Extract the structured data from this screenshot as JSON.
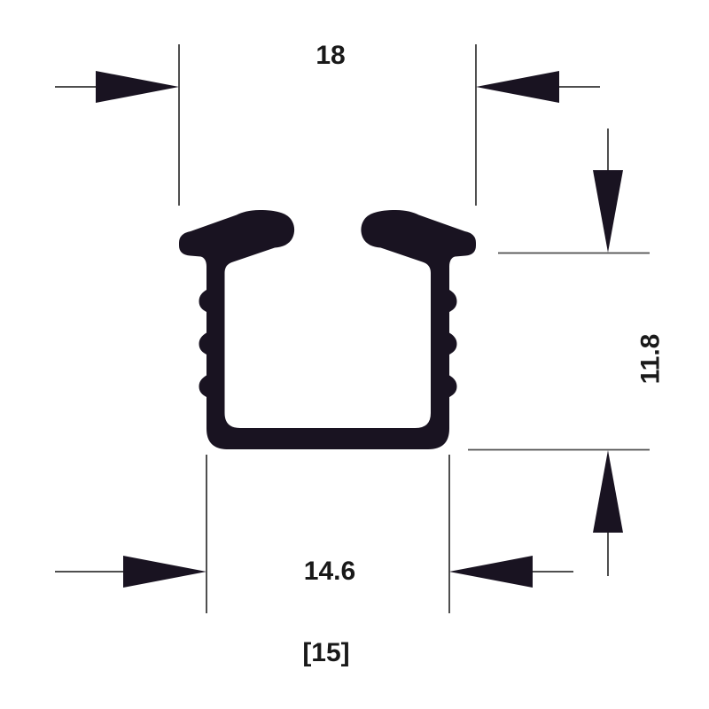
{
  "drawing": {
    "title": "U-channel profile cross-section technical drawing",
    "profile": {
      "shape": "U-channel with flared top flanges and three barbs on each outer side wall",
      "reference_label": "[15]"
    },
    "dimensions": {
      "top_width": {
        "label": "18",
        "orientation": "horizontal",
        "position": "top"
      },
      "height": {
        "label": "11.8",
        "orientation": "vertical",
        "position": "right"
      },
      "bottom_width": {
        "label": "14.6",
        "orientation": "horizontal",
        "position": "bottom"
      }
    }
  },
  "colors": {
    "background": "#ffffff",
    "line": "#4f4f4f",
    "solid": "#191321",
    "text": "#191919"
  }
}
